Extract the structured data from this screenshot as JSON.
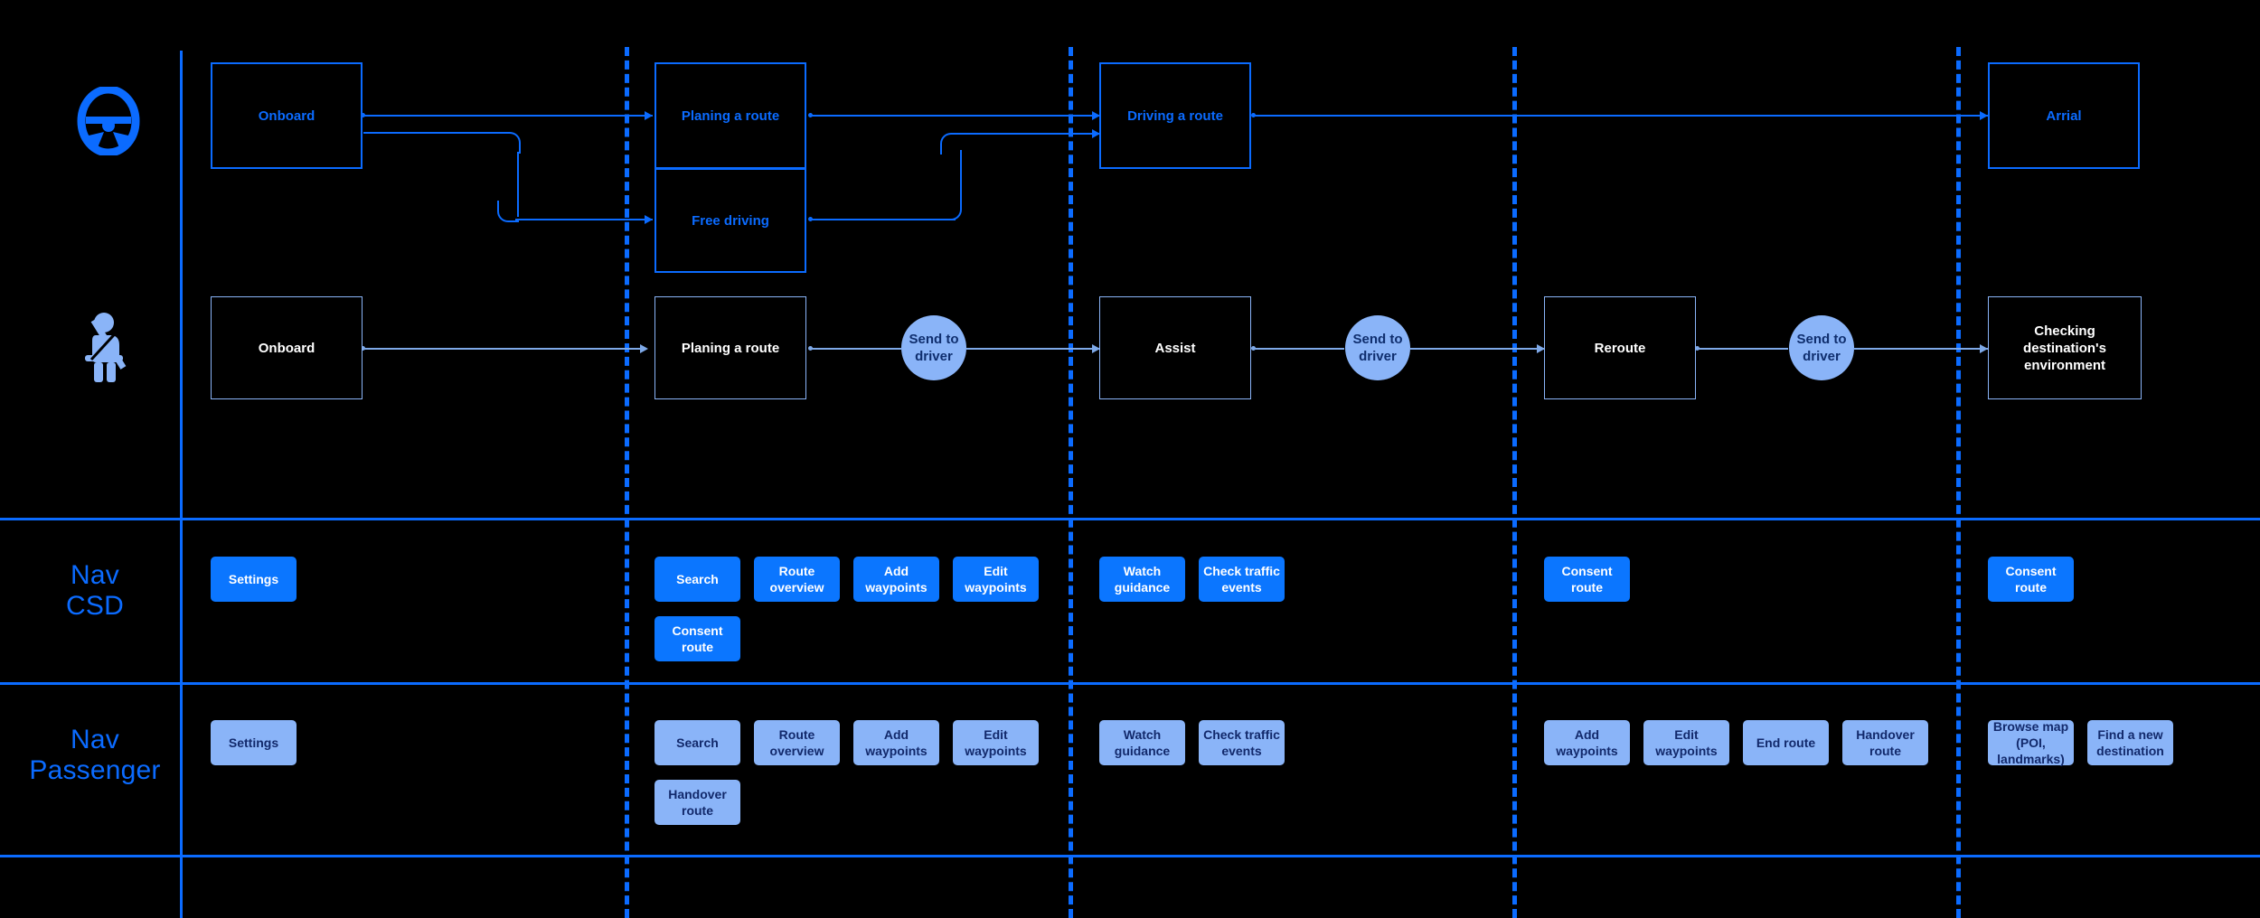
{
  "meta": {
    "title": "Navigation journey map — Driver / Passenger swimlanes",
    "colors": {
      "background": "#000000",
      "driver_blue": "#0b6bff",
      "passenger_blue": "#8ab4f8",
      "chip_csd": "#0b76ff",
      "chip_pax_text": "#12296b",
      "line_blue": "#0b6bff"
    }
  },
  "lanes": [
    {
      "id": "driver",
      "icon": "steering-wheel-icon",
      "label": ""
    },
    {
      "id": "passenger",
      "icon": "seated-passenger-seatbelt-icon",
      "label": ""
    },
    {
      "id": "nav-csd",
      "icon": "",
      "label_line1": "Nav",
      "label_line2": "CSD"
    },
    {
      "id": "nav-passenger",
      "icon": "",
      "label_line1": "Nav",
      "label_line2": "Passenger"
    }
  ],
  "driver_flow": {
    "boxes": [
      {
        "id": "driver-onboard",
        "label": "Onboard"
      },
      {
        "id": "driver-planing-route",
        "label": "Planing a route"
      },
      {
        "id": "driver-free-driving",
        "label": "Free driving"
      },
      {
        "id": "driver-driving-route",
        "label": "Driving a route"
      },
      {
        "id": "driver-arrival",
        "label": "Arrial"
      }
    ]
  },
  "passenger_flow": {
    "boxes": [
      {
        "id": "pax-onboard",
        "label": "Onboard"
      },
      {
        "id": "pax-planing-route",
        "label": "Planing a route"
      },
      {
        "id": "pax-assist",
        "label": "Assist"
      },
      {
        "id": "pax-reroute",
        "label": "Reroute"
      },
      {
        "id": "pax-checking-dest",
        "label": "Checking destination's environment"
      }
    ],
    "circles": [
      {
        "id": "send-to-driver-1",
        "label": "Send to driver"
      },
      {
        "id": "send-to-driver-2",
        "label": "Send to driver"
      },
      {
        "id": "send-to-driver-3",
        "label": "Send to driver"
      }
    ]
  },
  "nav_csd": {
    "chips": [
      {
        "id": "csd-settings",
        "label": "Settings"
      },
      {
        "id": "csd-search",
        "label": "Search"
      },
      {
        "id": "csd-route-overview",
        "label": "Route overview"
      },
      {
        "id": "csd-add-waypoints",
        "label": "Add waypoints"
      },
      {
        "id": "csd-edit-waypoints",
        "label": "Edit waypoints"
      },
      {
        "id": "csd-consent-route-1",
        "label": "Consent route"
      },
      {
        "id": "csd-watch-guidance",
        "label": "Watch guidance"
      },
      {
        "id": "csd-check-traffic",
        "label": "Check traffic events"
      },
      {
        "id": "csd-consent-route-2",
        "label": "Consent route"
      },
      {
        "id": "csd-consent-route-3",
        "label": "Consent route"
      }
    ]
  },
  "nav_passenger": {
    "chips": [
      {
        "id": "pax-settings",
        "label": "Settings"
      },
      {
        "id": "pax-search",
        "label": "Search"
      },
      {
        "id": "pax-route-overview",
        "label": "Route overview"
      },
      {
        "id": "pax-add-waypoints-1",
        "label": "Add waypoints"
      },
      {
        "id": "pax-edit-waypoints-1",
        "label": "Edit waypoints"
      },
      {
        "id": "pax-handover-route-1",
        "label": "Handover route"
      },
      {
        "id": "pax-watch-guidance",
        "label": "Watch guidance"
      },
      {
        "id": "pax-check-traffic",
        "label": "Check traffic events"
      },
      {
        "id": "pax-add-waypoints-2",
        "label": "Add waypoints"
      },
      {
        "id": "pax-edit-waypoints-2",
        "label": "Edit waypoints"
      },
      {
        "id": "pax-end-route",
        "label": "End route"
      },
      {
        "id": "pax-handover-route-2",
        "label": "Handover route"
      },
      {
        "id": "pax-browse-map",
        "label": "Browse map (POI, landmarks)"
      },
      {
        "id": "pax-find-new-dest",
        "label": "Find a new destination"
      }
    ]
  }
}
